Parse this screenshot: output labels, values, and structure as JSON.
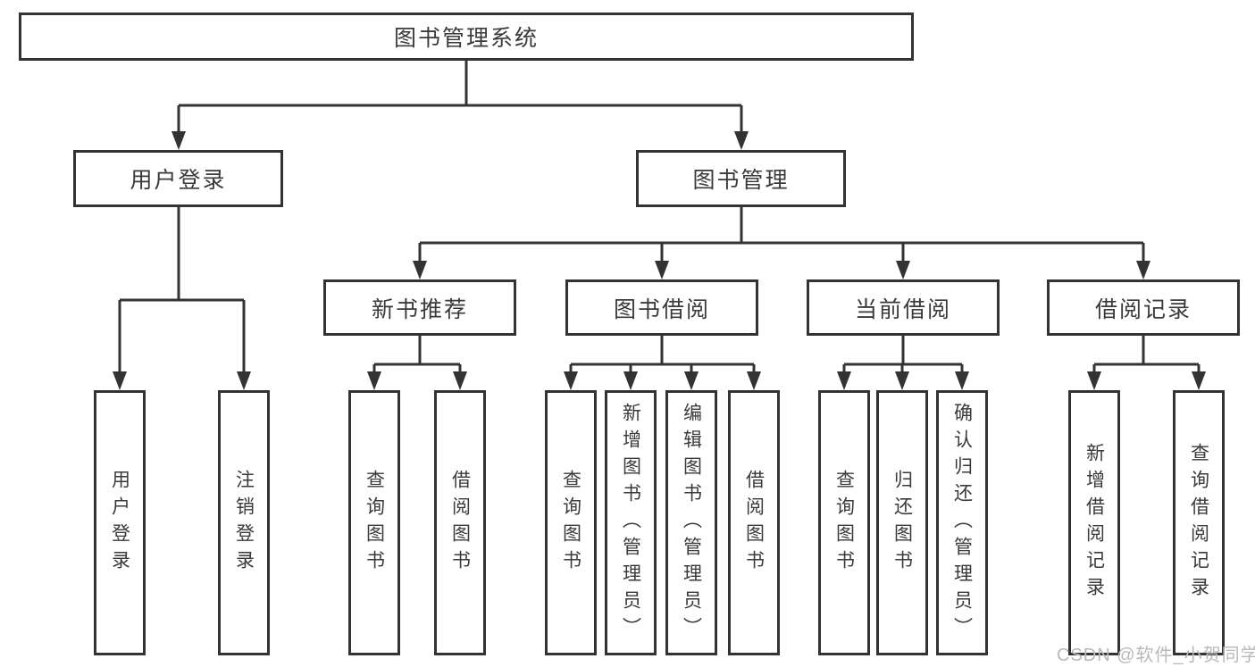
{
  "diagram_type": "hierarchy-tree",
  "title": "图书管理系统",
  "colors": {
    "line": "#333333",
    "box_border": "#333333",
    "box_fill": "#ffffff",
    "text": "#3a3a3a",
    "watermark": "#b9b9b9",
    "background": "#ffffff"
  },
  "nodes": {
    "root": {
      "label": "图书管理系统"
    },
    "level2": [
      {
        "label": "用户登录",
        "parent": "图书管理系统"
      },
      {
        "label": "图书管理",
        "parent": "图书管理系统"
      }
    ],
    "level3": [
      {
        "label": "新书推荐",
        "parent": "图书管理"
      },
      {
        "label": "图书借阅",
        "parent": "图书管理"
      },
      {
        "label": "当前借阅",
        "parent": "图书管理"
      },
      {
        "label": "借阅记录",
        "parent": "图书管理"
      }
    ],
    "leaves": [
      {
        "label": "用户登录",
        "parent": "用户登录"
      },
      {
        "label": "注销登录",
        "parent": "用户登录"
      },
      {
        "label": "查询图书",
        "parent": "新书推荐"
      },
      {
        "label": "借阅图书",
        "parent": "新书推荐"
      },
      {
        "label": "查询图书",
        "parent": "图书借阅"
      },
      {
        "label": "新增图书（管理员）",
        "parent": "图书借阅"
      },
      {
        "label": "编辑图书（管理员）",
        "parent": "图书借阅"
      },
      {
        "label": "借阅图书",
        "parent": "图书借阅"
      },
      {
        "label": "查询图书",
        "parent": "当前借阅"
      },
      {
        "label": "归还图书",
        "parent": "当前借阅"
      },
      {
        "label": "确认归还（管理员）",
        "parent": "当前借阅"
      },
      {
        "label": "新增借阅记录",
        "parent": "借阅记录"
      },
      {
        "label": "查询借阅记录",
        "parent": "借阅记录"
      }
    ]
  },
  "watermark": {
    "text": "CSDN @软件_小贺同学"
  }
}
